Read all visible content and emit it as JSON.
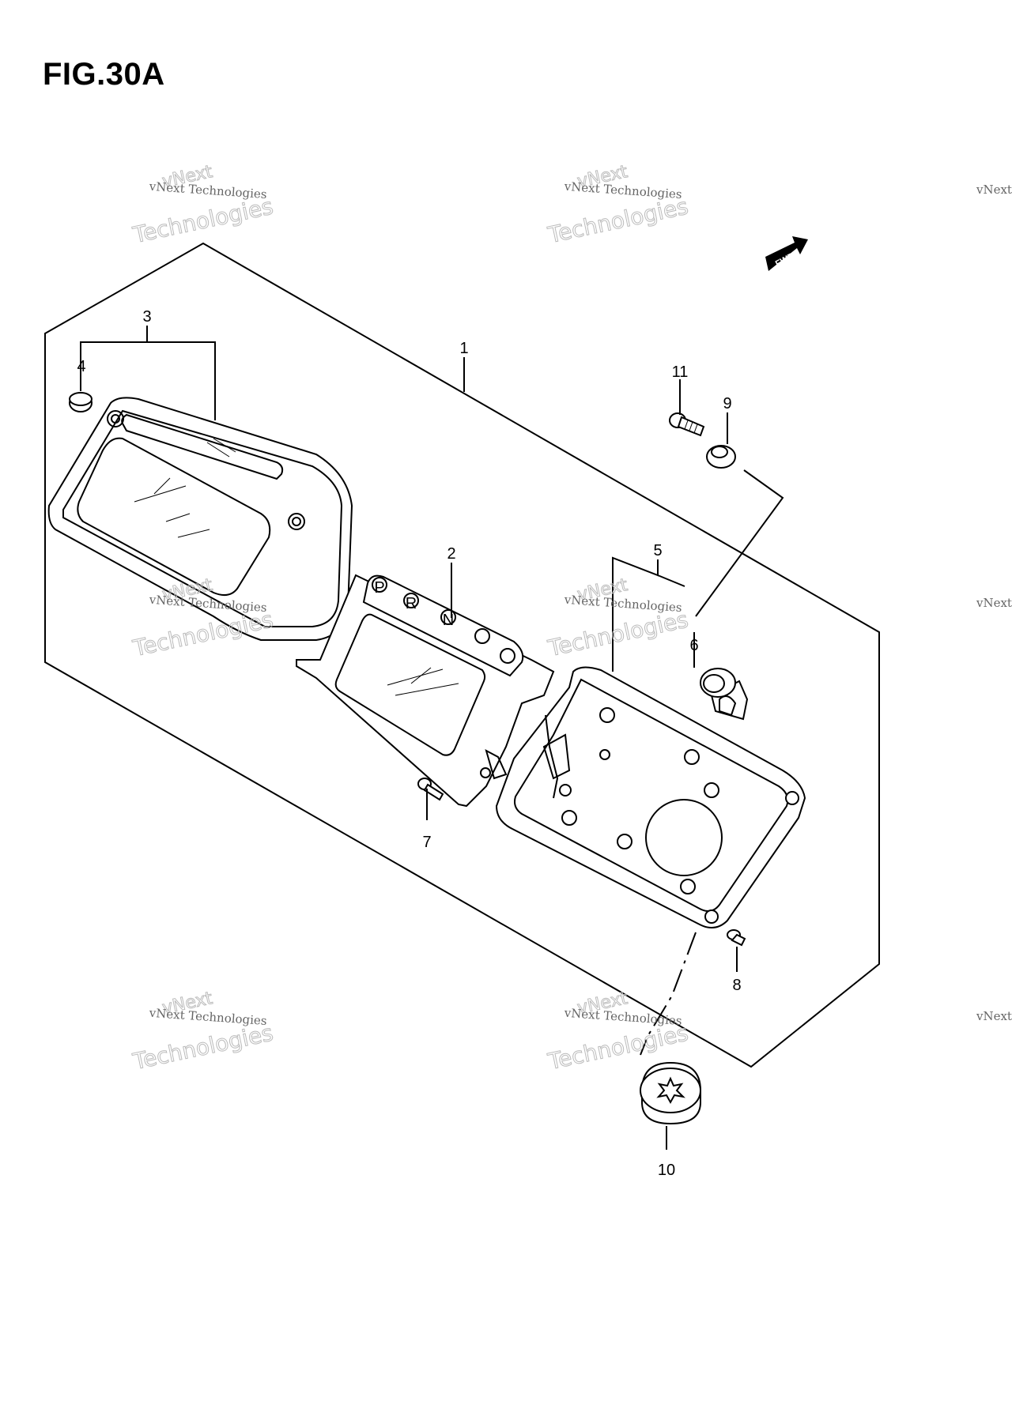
{
  "figure": {
    "title": "FIG.30A"
  },
  "direction_marker": {
    "label": "FWD"
  },
  "callouts": [
    "1",
    "2",
    "3",
    "4",
    "5",
    "6",
    "7",
    "8",
    "9",
    "10",
    "11"
  ],
  "gear_indicators": [
    "P",
    "R",
    "N"
  ],
  "watermark": {
    "line_small": "vNext Technologies",
    "line_top": "vNext",
    "line_large": "Technologies"
  }
}
